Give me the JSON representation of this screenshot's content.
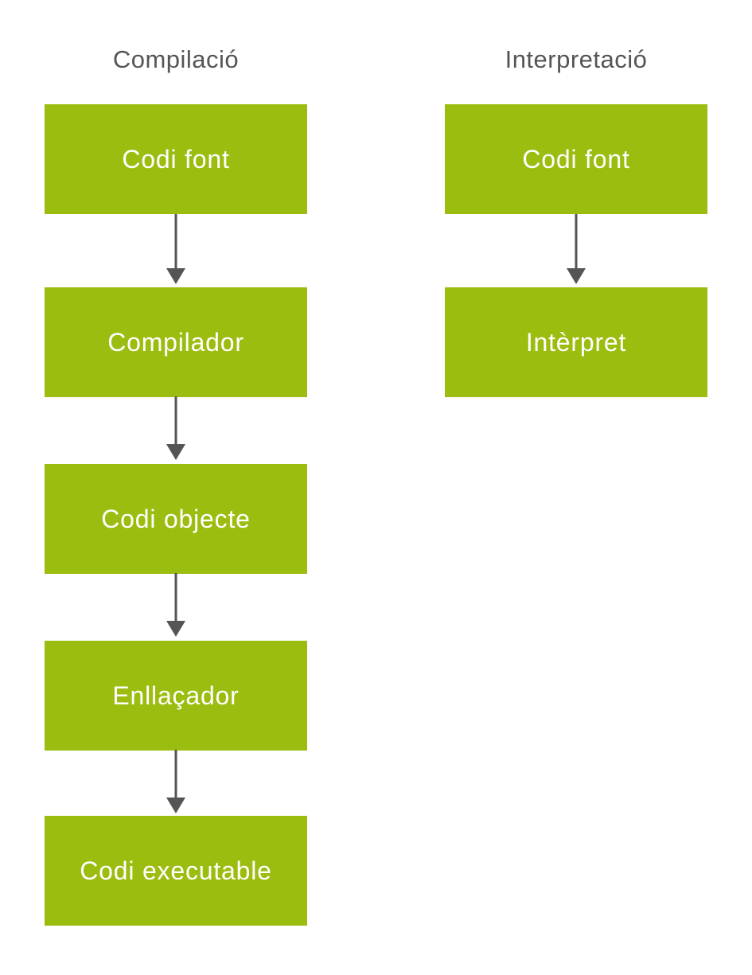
{
  "colors": {
    "box_fill": "#9bbd10",
    "box_text": "#ffffff",
    "title_text": "#555555",
    "arrow": "#555555"
  },
  "compilation": {
    "title": "Compilació",
    "steps": [
      "Codi font",
      "Compilador",
      "Codi objecte",
      "Enllaçador",
      "Codi executable"
    ]
  },
  "interpretation": {
    "title": "Interpretació",
    "steps": [
      "Codi font",
      "Intèrpret"
    ]
  }
}
